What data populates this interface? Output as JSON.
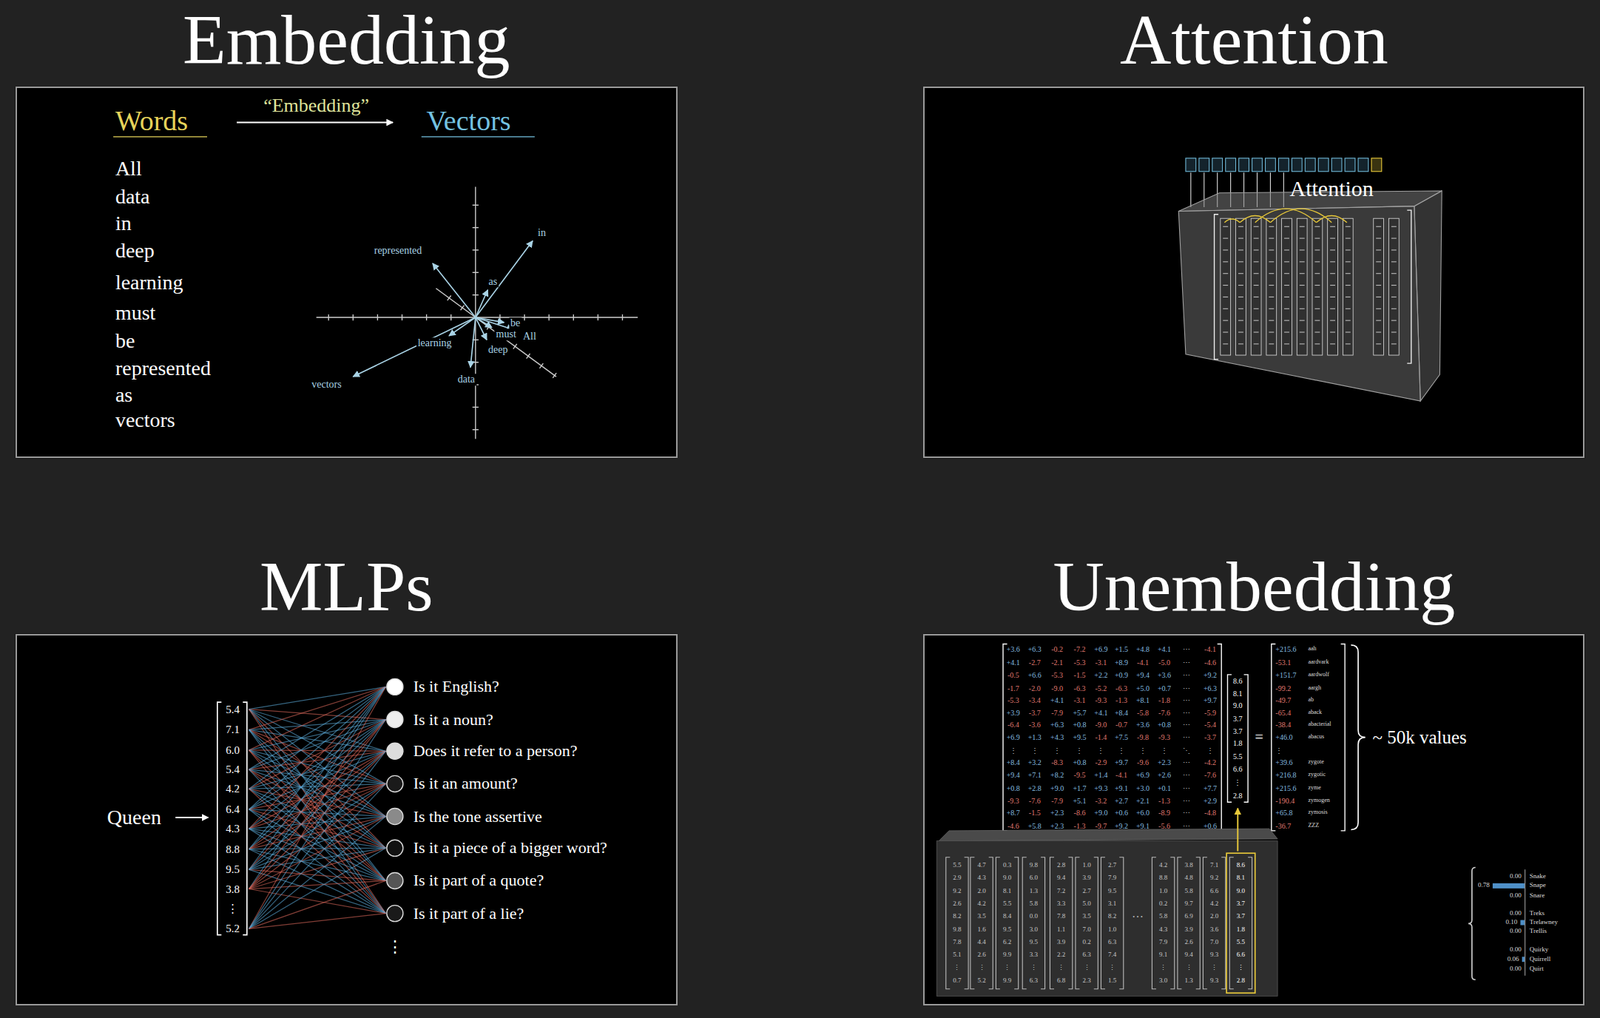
{
  "diagram": {
    "nodes": [
      {
        "text": [
          "Embedding"
        ]
      },
      {
        "text": [
          "Attention"
        ]
      },
      {
        "text": [
          "MLPs"
        ]
      },
      {
        "text": [
          "Unembedding"
        ]
      }
    ],
    "labels": [
      "Words",
      "“Embedding”",
      "Vectors",
      "All",
      "data",
      "in",
      "deep",
      "learning",
      "must",
      "be",
      "represented",
      "as",
      "vectors",
      "represented",
      "in",
      "as",
      "be",
      "must",
      "All",
      "learning",
      "deep",
      "vectors",
      "data",
      "Attention",
      "Queen",
      "5.4",
      "7.1",
      "6.0",
      "5.4",
      "4.2",
      "6.4",
      "4.3",
      "8.8",
      "9.5",
      "3.8",
      "⋮",
      "5.2",
      "Is it English?",
      "Is it a noun?",
      "Does it refer to a person?",
      "Is it an amount?",
      "Is the tone assertive",
      "Is it a piece of a bigger word?",
      "Is it part of a quote?",
      "Is it part of a lie?",
      "⋮",
      "+3.6",
      "+6.3",
      "-0.2",
      "-7.2",
      "+6.9",
      "+1.5",
      "+4.8",
      "+4.1",
      "⋯",
      "-4.1",
      "+4.1",
      "-2.7",
      "-2.1",
      "-5.3",
      "-3.1",
      "+8.9",
      "-4.1",
      "-5.0",
      "⋯",
      "-4.6",
      "-0.5",
      "+6.6",
      "-5.3",
      "-1.5",
      "+2.2",
      "+0.9",
      "+9.4",
      "+3.6",
      "⋯",
      "+9.2",
      "-1.7",
      "-2.0",
      "-9.0",
      "-6.3",
      "-5.2",
      "-6.3",
      "+5.0",
      "+0.7",
      "⋯",
      "+6.3",
      "-5.3",
      "-3.4",
      "+4.1",
      "-3.1",
      "-9.3",
      "-1.3",
      "+8.1",
      "-1.8",
      "⋯",
      "+9.7",
      "+3.9",
      "-3.7",
      "-7.9",
      "+5.7",
      "+4.1",
      "+8.4",
      "-5.8",
      "-7.6",
      "⋯",
      "-5.9",
      "-6.4",
      "-3.6",
      "+6.3",
      "+0.8",
      "-9.0",
      "-0.7",
      "+3.6",
      "+0.8",
      "⋯",
      "-5.4",
      "+6.9",
      "+1.3",
      "+4.3",
      "+9.5",
      "-1.4",
      "+7.5",
      "-9.8",
      "-9.3",
      "⋯",
      "-3.7",
      "⋮",
      "⋮",
      "⋮",
      "⋮",
      "⋮",
      "⋮",
      "⋮",
      "⋮",
      "⋱",
      "⋮",
      "+8.4",
      "+3.2",
      "-8.3",
      "+0.8",
      "-2.9",
      "+9.7",
      "-9.6",
      "+2.3",
      "⋯",
      "-4.2",
      "+9.4",
      "+7.1",
      "+8.2",
      "-9.5",
      "+1.4",
      "-4.1",
      "+6.9",
      "+2.6",
      "⋯",
      "-7.6",
      "+0.8",
      "+2.8",
      "+9.0",
      "+1.7",
      "+9.3",
      "+9.1",
      "+3.0",
      "+0.1",
      "⋯",
      "+7.7",
      "-9.3",
      "-7.6",
      "-7.9",
      "+5.1",
      "-3.2",
      "+2.7",
      "+2.1",
      "-1.3",
      "⋯",
      "+2.9",
      "+8.7",
      "-1.5",
      "+2.3",
      "-8.6",
      "+9.0",
      "+0.6",
      "+6.0",
      "-8.9",
      "⋯",
      "-4.8",
      "-4.6",
      "+5.8",
      "+2.3",
      "-1.3",
      "-9.7",
      "+9.2",
      "+9.1",
      "-5.6",
      "⋯",
      "+0.6",
      "8.6",
      "8.1",
      "9.0",
      "3.7",
      "3.7",
      "1.8",
      "5.5",
      "6.6",
      "⋮",
      "2.8",
      "=",
      "+215.6",
      "-53.1",
      "+151.7",
      "-99.2",
      "-49.7",
      "-65.4",
      "-38.4",
      "+46.0",
      "⋮",
      "+39.6",
      "+216.8",
      "+215.6",
      "-190.4",
      "+65.8",
      "-36.7",
      "aah",
      "aardvark",
      "aardwolf",
      "aargh",
      "ab",
      "aback",
      "abacterial",
      "abacus",
      "zygote",
      "zygotic",
      "zyme",
      "zymogen",
      "zymosis",
      "ZZZ",
      "~ 50k values",
      "5.5",
      "2.9",
      "9.2",
      "2.6",
      "8.2",
      "9.8",
      "7.8",
      "5.1",
      "⋮",
      "0.7",
      "4.7",
      "4.3",
      "2.0",
      "4.2",
      "3.5",
      "1.6",
      "4.4",
      "2.6",
      "⋮",
      "5.2",
      "0.3",
      "9.0",
      "8.1",
      "5.5",
      "8.4",
      "9.5",
      "6.2",
      "9.9",
      "⋮",
      "9.9",
      "9.8",
      "6.0",
      "1.3",
      "5.8",
      "0.0",
      "3.0",
      "9.5",
      "3.3",
      "⋮",
      "6.3",
      "2.8",
      "9.4",
      "7.2",
      "3.3",
      "7.8",
      "1.1",
      "3.9",
      "2.2",
      "⋮",
      "6.8",
      "1.0",
      "3.9",
      "2.7",
      "5.0",
      "3.5",
      "7.0",
      "0.2",
      "6.3",
      "⋮",
      "2.3",
      "2.7",
      "7.9",
      "9.5",
      "3.1",
      "8.2",
      "1.0",
      "6.3",
      "7.4",
      "⋮",
      "1.5",
      "4.2",
      "8.8",
      "1.0",
      "0.2",
      "5.8",
      "4.3",
      "7.9",
      "9.1",
      "⋮",
      "3.0",
      "3.8",
      "4.8",
      "5.8",
      "9.7",
      "6.9",
      "3.9",
      "2.6",
      "9.4",
      "⋮",
      "1.3",
      "7.1",
      "9.2",
      "6.6",
      "4.2",
      "2.0",
      "3.6",
      "7.0",
      "9.3",
      "⋮",
      "9.3",
      "8.6",
      "8.1",
      "9.0",
      "3.7",
      "3.7",
      "1.8",
      "5.5",
      "6.6",
      "⋮",
      "2.8",
      "⋯",
      "0.00",
      "Snake",
      "0.78",
      "Snape",
      "0.00",
      "Snare",
      "0.00",
      "Treks",
      "0.10",
      "Trelawney",
      "0.00",
      "Trellis",
      "0.00",
      "Quirky",
      "0.06",
      "Quirrell",
      "0.00",
      "Quirt"
    ]
  }
}
